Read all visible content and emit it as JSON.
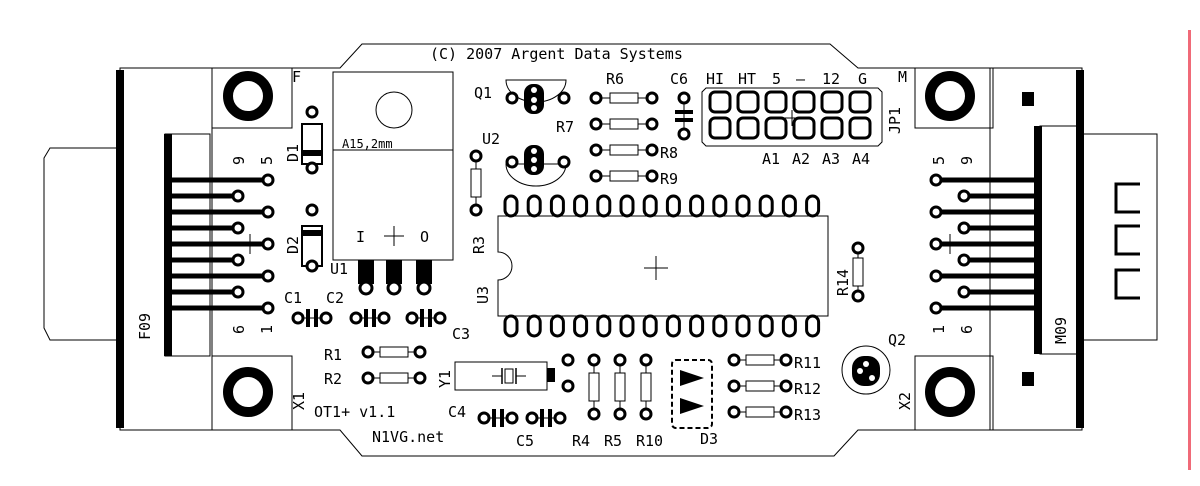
{
  "title": "(C) 2007 Argent Data Systems",
  "board": {
    "name": "OT1+ v1.1",
    "site": "N1VG.net"
  },
  "connectors": {
    "left": {
      "tag": "F",
      "label": "F09",
      "pin_top": [
        "9",
        "5"
      ],
      "pin_bottom": [
        "6",
        "1"
      ]
    },
    "right": {
      "tag": "M",
      "label": "M09",
      "pin_top": [
        "5",
        "9"
      ],
      "pin_bottom": [
        "1",
        "6"
      ]
    }
  },
  "regulator": {
    "ref": "U1",
    "spec": "A15,2mm",
    "pins": [
      "I",
      "O"
    ]
  },
  "jumper": {
    "ref": "JP1",
    "top_labels": [
      "HI",
      "HT",
      "5",
      "—",
      "12",
      "G"
    ],
    "bottom_labels": [
      "A1",
      "A2",
      "A3",
      "A4"
    ]
  },
  "ic": {
    "ref": "U3"
  },
  "components": {
    "q1": "Q1",
    "q2": "Q2",
    "u2": "U2",
    "d1": "D1",
    "d2": "D2",
    "d3": "D3",
    "y1": "Y1",
    "c1": "C1",
    "c2": "C2",
    "c3": "C3",
    "c4": "C4",
    "c5": "C5",
    "c6": "C6",
    "r1": "R1",
    "r2": "R2",
    "r3": "R3",
    "r4": "R4",
    "r5": "R5",
    "r6": "R6",
    "r7": "R7",
    "r8": "R8",
    "r9": "R9",
    "r10": "R10",
    "r11": "R11",
    "r12": "R12",
    "r13": "R13",
    "r14": "R14"
  },
  "holes": {
    "x1": "X1",
    "x2": "X2"
  },
  "colors": {
    "ink": "#000000",
    "mount": "#c0c0c0",
    "accent_rule": "#f06a78"
  }
}
